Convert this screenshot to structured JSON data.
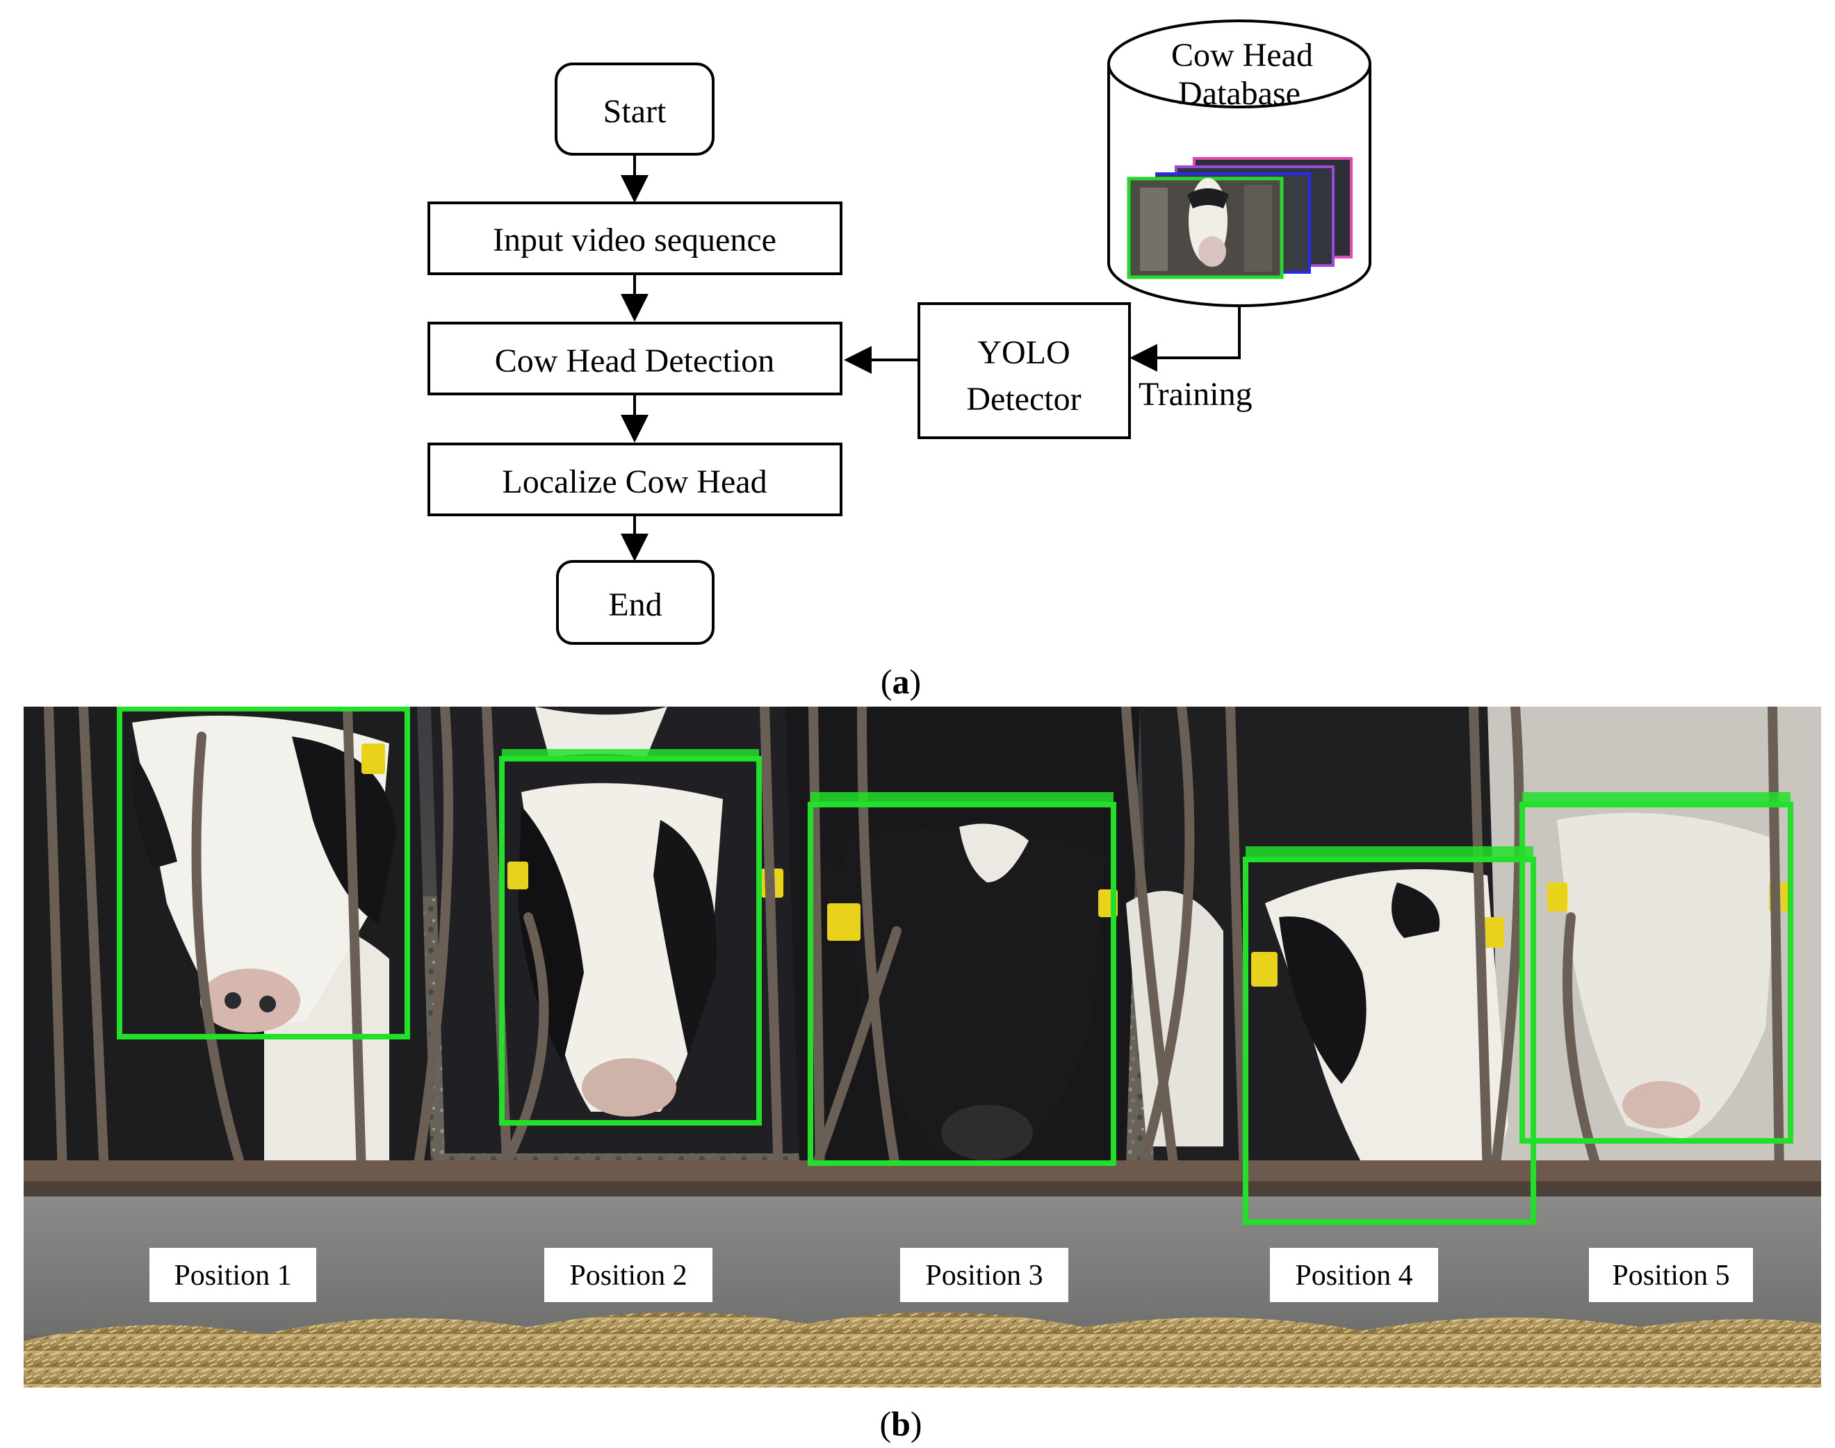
{
  "flowchart": {
    "start": "Start",
    "input": "Input video sequence",
    "detection": "Cow Head Detection",
    "localize": "Localize Cow Head",
    "end": "End",
    "yolo_line1": "YOLO",
    "yolo_line2": "Detector",
    "training": "Training",
    "database_line1": "Cow Head",
    "database_line2": "Database"
  },
  "captions": {
    "a_open": "(",
    "a_letter": "a",
    "a_close": ")",
    "b_open": "(",
    "b_letter": "b",
    "b_close": ")"
  },
  "photo": {
    "positions": [
      "Position 1",
      "Position 2",
      "Position 3",
      "Position 4",
      "Position 5"
    ],
    "box_color": "#22e02a",
    "tag_color": "#e8d21c"
  }
}
